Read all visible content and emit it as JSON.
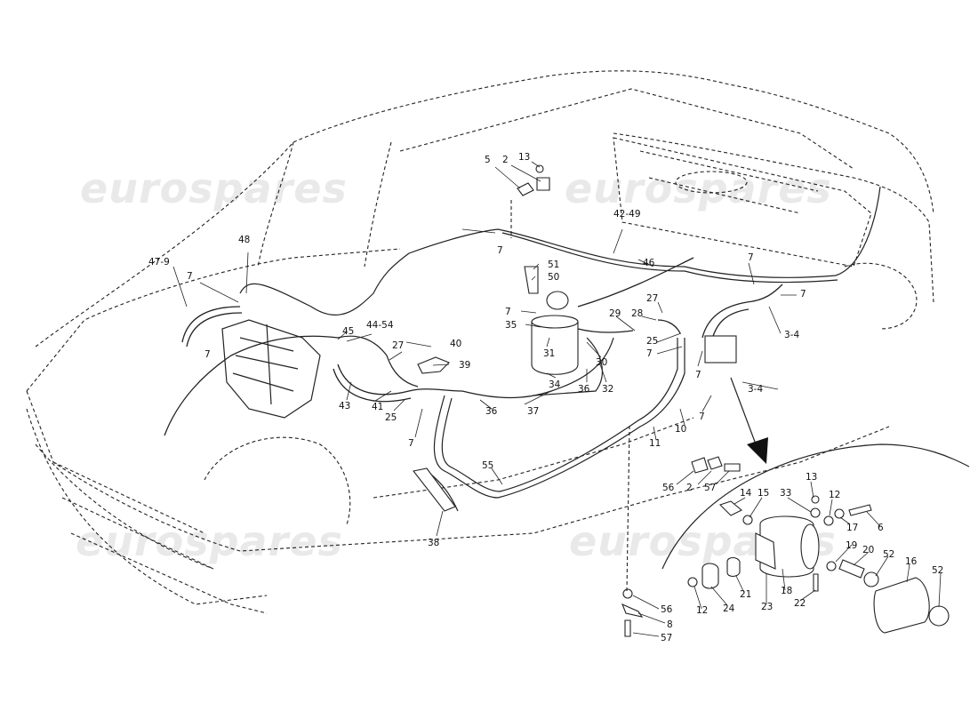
{
  "watermark": {
    "text": "eurospares"
  },
  "labels": {
    "l_5": "5",
    "l_2_top": "2",
    "l_13_top": "13",
    "l_42_49": "42-49",
    "l_46": "46",
    "l_7_top": "7",
    "l_48": "48",
    "l_47_9": "47-9",
    "l_7_left": "7",
    "l_7_left2": "7",
    "l_51": "51",
    "l_50": "50",
    "l_7_c": "7",
    "l_35": "35",
    "l_29": "29",
    "l_28": "28",
    "l_27_c": "27",
    "l_25_c": "25",
    "l_7_cr": "7",
    "l_31": "31",
    "l_30": "30",
    "l_34": "34",
    "l_36_a": "36",
    "l_32": "32",
    "l_37": "37",
    "l_36_b": "36",
    "l_45": "45",
    "l_44_54": "44-54",
    "l_27_l": "27",
    "l_40": "40",
    "l_39": "39",
    "l_43": "43",
    "l_41": "41",
    "l_25_l": "25",
    "l_7_l3": "7",
    "l_7_r1": "7",
    "l_7_r2": "7",
    "l_3_4_a": "3-4",
    "l_3_4_b": "3-4",
    "l_7_r3": "7",
    "l_7_r4": "7",
    "l_10": "10",
    "l_11": "11",
    "l_55": "55",
    "l_38": "38",
    "l_56_a": "56",
    "l_2_m": "2",
    "l_57_a": "57",
    "l_56_b": "56",
    "l_8": "8",
    "l_57_b": "57",
    "d_13": "13",
    "d_14": "14",
    "d_15": "15",
    "d_33": "33",
    "d_12_a": "12",
    "d_17": "17",
    "d_6": "6",
    "d_19": "19",
    "d_20": "20",
    "d_52_a": "52",
    "d_16": "16",
    "d_52_b": "52",
    "d_12_b": "12",
    "d_24": "24",
    "d_21": "21",
    "d_23": "23",
    "d_18": "18",
    "d_22": "22"
  }
}
